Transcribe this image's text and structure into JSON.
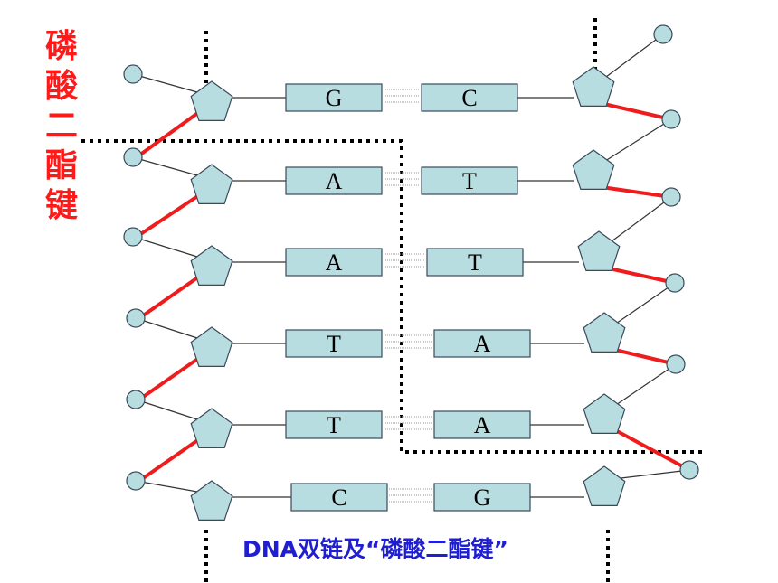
{
  "side_label": [
    "磷",
    "酸",
    "二",
    "酯",
    "键"
  ],
  "caption": "DNA双链及“磷酸二酯键”",
  "colors": {
    "phosphodiester_bond": "#ee1c1c",
    "node_fill": "#b7dde0",
    "node_stroke": "#3a4a5a",
    "caption": "#1f1fd1",
    "label": "#ff1a1a"
  },
  "base_pairs": [
    {
      "left": "G",
      "right": "C"
    },
    {
      "left": "A",
      "right": "T"
    },
    {
      "left": "A",
      "right": "T"
    },
    {
      "left": "T",
      "right": "A"
    },
    {
      "left": "T",
      "right": "A"
    },
    {
      "left": "C",
      "right": "G"
    }
  ]
}
